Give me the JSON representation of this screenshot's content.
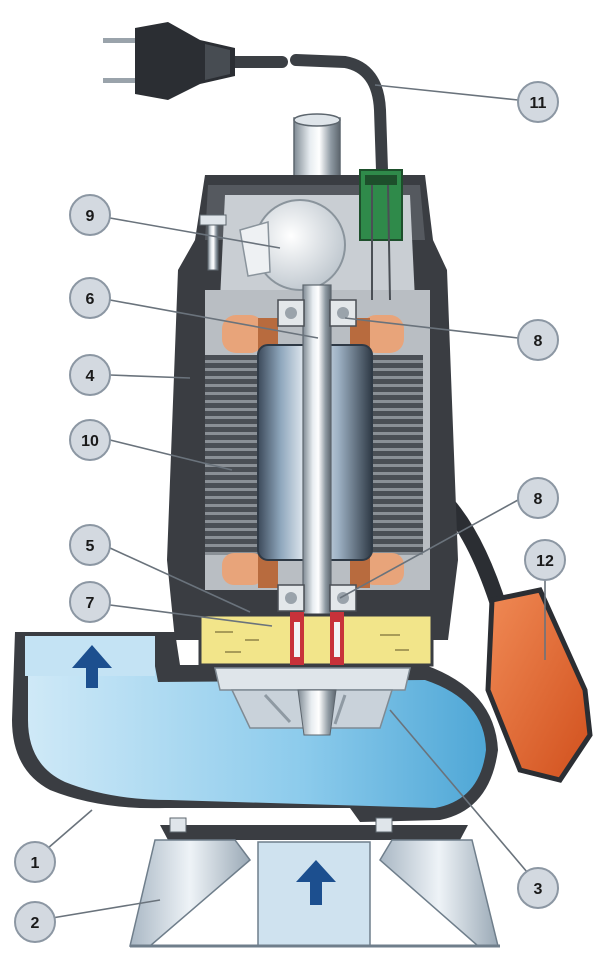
{
  "diagram": {
    "subject": "Submersible pump cutaway",
    "callouts": [
      {
        "id": "c1",
        "label": "1"
      },
      {
        "id": "c2",
        "label": "2"
      },
      {
        "id": "c3",
        "label": "3"
      },
      {
        "id": "c4",
        "label": "4"
      },
      {
        "id": "c5",
        "label": "5"
      },
      {
        "id": "c6",
        "label": "6"
      },
      {
        "id": "c7",
        "label": "7"
      },
      {
        "id": "c8a",
        "label": "8"
      },
      {
        "id": "c8b",
        "label": "8"
      },
      {
        "id": "c9",
        "label": "9"
      },
      {
        "id": "c10",
        "label": "10"
      },
      {
        "id": "c11",
        "label": "11"
      },
      {
        "id": "c12",
        "label": "12"
      }
    ],
    "colors": {
      "water": "#8ccbec",
      "casing": "#3a3d42",
      "float": "#e8652e",
      "copper": "#d98a5c",
      "oil": "#f2e58a",
      "flow_arrow": "#1c4f8f",
      "callout_fill": "#d3d9e0"
    }
  }
}
